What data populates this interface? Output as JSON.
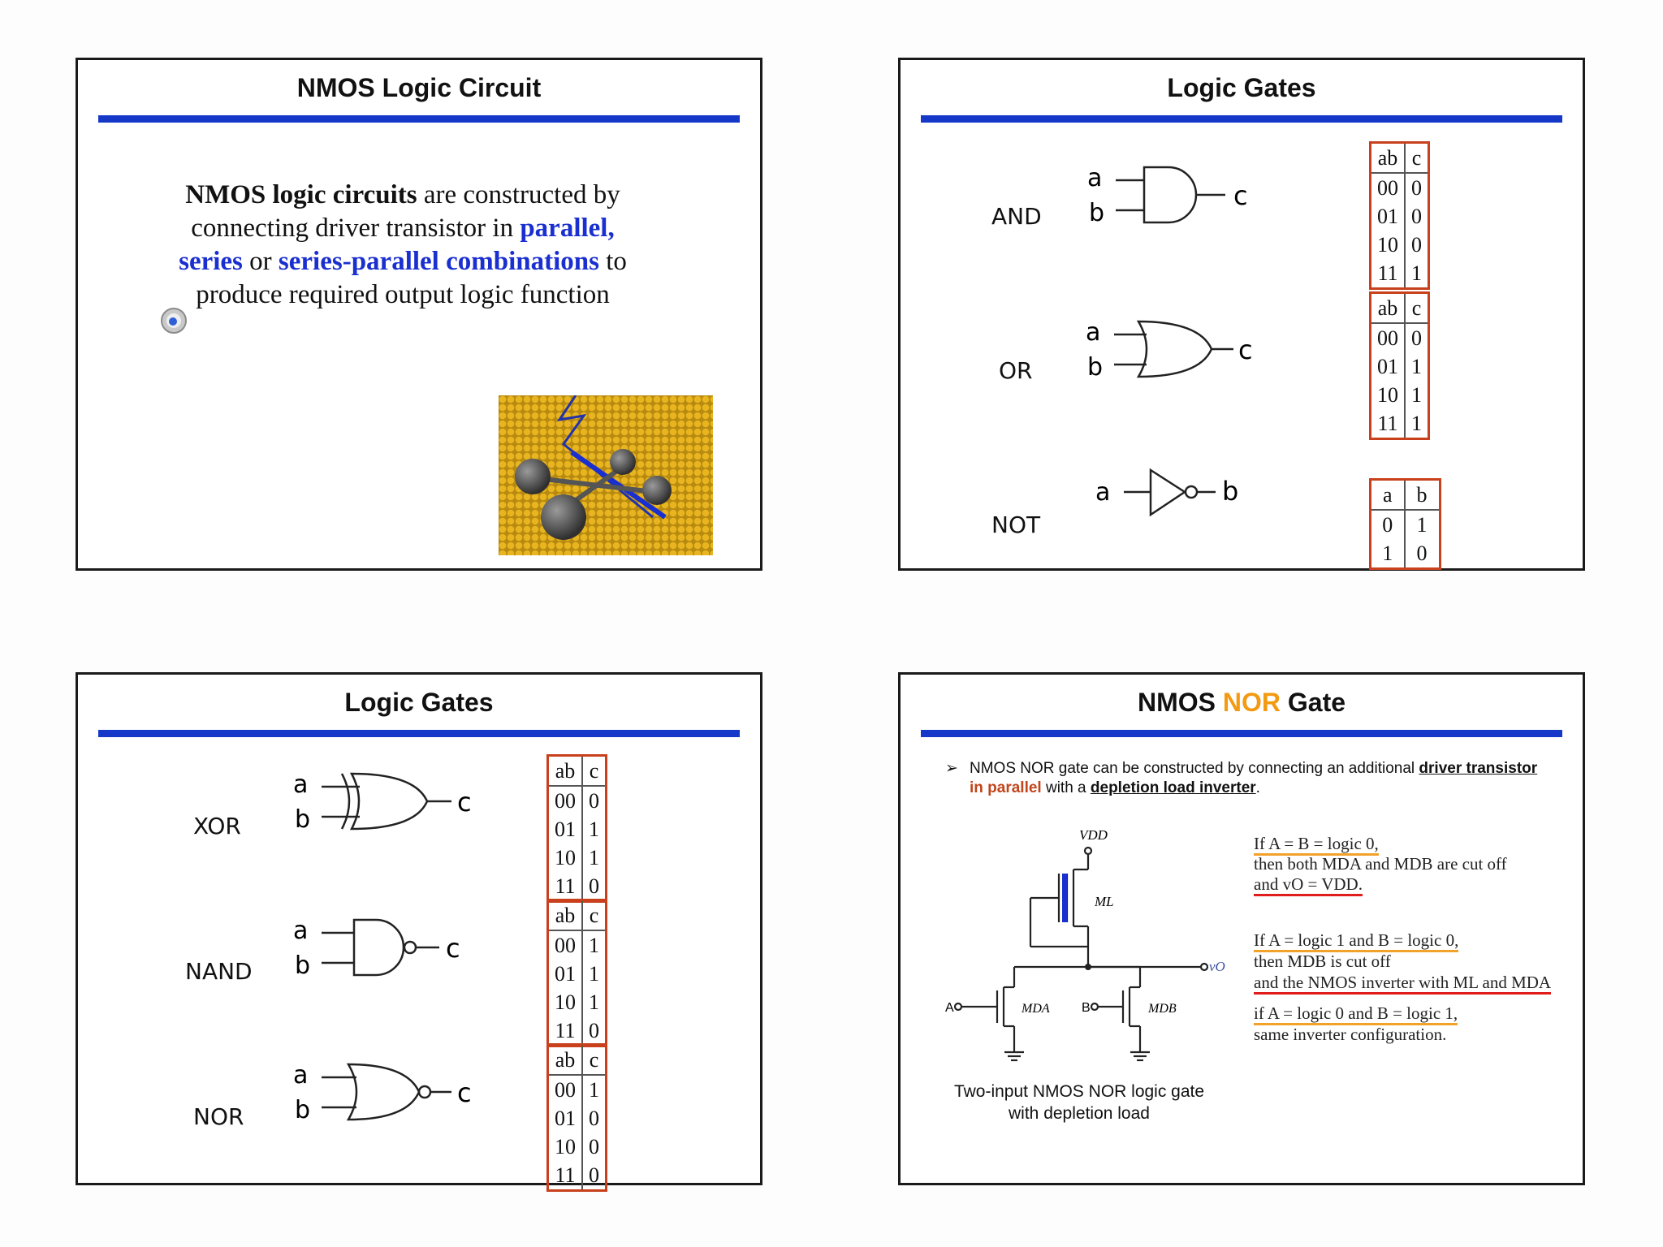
{
  "slide1": {
    "title": "NMOS Logic Circuit",
    "text_bold": "NMOS logic circuits",
    "text_1": " are constructed by connecting driver transistor in ",
    "text_blue_1": "parallel, series",
    "text_2": " or ",
    "text_blue_2": "series-parallel combinations",
    "text_3": " to produce required output logic function"
  },
  "slide2": {
    "title": "Logic Gates",
    "gates": [
      {
        "name": "AND",
        "inputs": [
          "a",
          "b"
        ],
        "output": "c"
      },
      {
        "name": "OR",
        "inputs": [
          "a",
          "b"
        ],
        "output": "c"
      },
      {
        "name": "NOT",
        "inputs": [
          "a"
        ],
        "output": "b"
      }
    ],
    "tables": {
      "and": {
        "header": [
          "ab",
          "c"
        ],
        "rows": [
          [
            "00",
            "0"
          ],
          [
            "01",
            "0"
          ],
          [
            "10",
            "0"
          ],
          [
            "11",
            "1"
          ]
        ]
      },
      "or": {
        "header": [
          "ab",
          "c"
        ],
        "rows": [
          [
            "00",
            "0"
          ],
          [
            "01",
            "1"
          ],
          [
            "10",
            "1"
          ],
          [
            "11",
            "1"
          ]
        ]
      },
      "not": {
        "header": [
          "a",
          "b"
        ],
        "rows": [
          [
            "0",
            "1"
          ],
          [
            "1",
            "0"
          ]
        ]
      }
    }
  },
  "slide3": {
    "title": "Logic Gates",
    "gates": [
      {
        "name": "XOR",
        "inputs": [
          "a",
          "b"
        ],
        "output": "c"
      },
      {
        "name": "NAND",
        "inputs": [
          "a",
          "b"
        ],
        "output": "c"
      },
      {
        "name": "NOR",
        "inputs": [
          "a",
          "b"
        ],
        "output": "c"
      }
    ],
    "tables": {
      "xor": {
        "header": [
          "ab",
          "c"
        ],
        "rows": [
          [
            "00",
            "0"
          ],
          [
            "01",
            "1"
          ],
          [
            "10",
            "1"
          ],
          [
            "11",
            "0"
          ]
        ]
      },
      "nand": {
        "header": [
          "ab",
          "c"
        ],
        "rows": [
          [
            "00",
            "1"
          ],
          [
            "01",
            "1"
          ],
          [
            "10",
            "1"
          ],
          [
            "11",
            "0"
          ]
        ]
      },
      "nor": {
        "header": [
          "ab",
          "c"
        ],
        "rows": [
          [
            "00",
            "1"
          ],
          [
            "01",
            "0"
          ],
          [
            "10",
            "0"
          ],
          [
            "11",
            "0"
          ]
        ]
      }
    }
  },
  "slide4": {
    "title_pre": "NMOS ",
    "title_highlight": "NOR",
    "title_post": " Gate",
    "bullet_arrow": "➢",
    "bullet_1": "NMOS NOR gate can be constructed by connecting an additional ",
    "bullet_u1": "driver transistor",
    "bullet_orange": " in parallel",
    "bullet_2": " with a ",
    "bullet_u2": "depletion load inverter",
    "bullet_3": ".",
    "circuit_labels": {
      "vdd": "VDD",
      "ml": "ML",
      "mda": "MDA",
      "mdb": "MDB",
      "a": "A",
      "b": "B",
      "vo": "vO"
    },
    "caption": "Two-input NMOS NOR logic gate with depletion load",
    "notes": [
      "If A = B = logic 0,",
      "then both MDA and MDB are cut off",
      "and vO = VDD.",
      "If A = logic 1 and B = logic 0,",
      "then MDB is cut off",
      "and the NMOS inverter with ML and MDA",
      "if A = logic 0 and B = logic 1,",
      "same inverter configuration."
    ]
  },
  "colors": {
    "title_bar": "#1538c9",
    "table_border": "#c8401c",
    "highlight_blue": "#1a2fd0",
    "nor_orange": "#f39a12"
  }
}
